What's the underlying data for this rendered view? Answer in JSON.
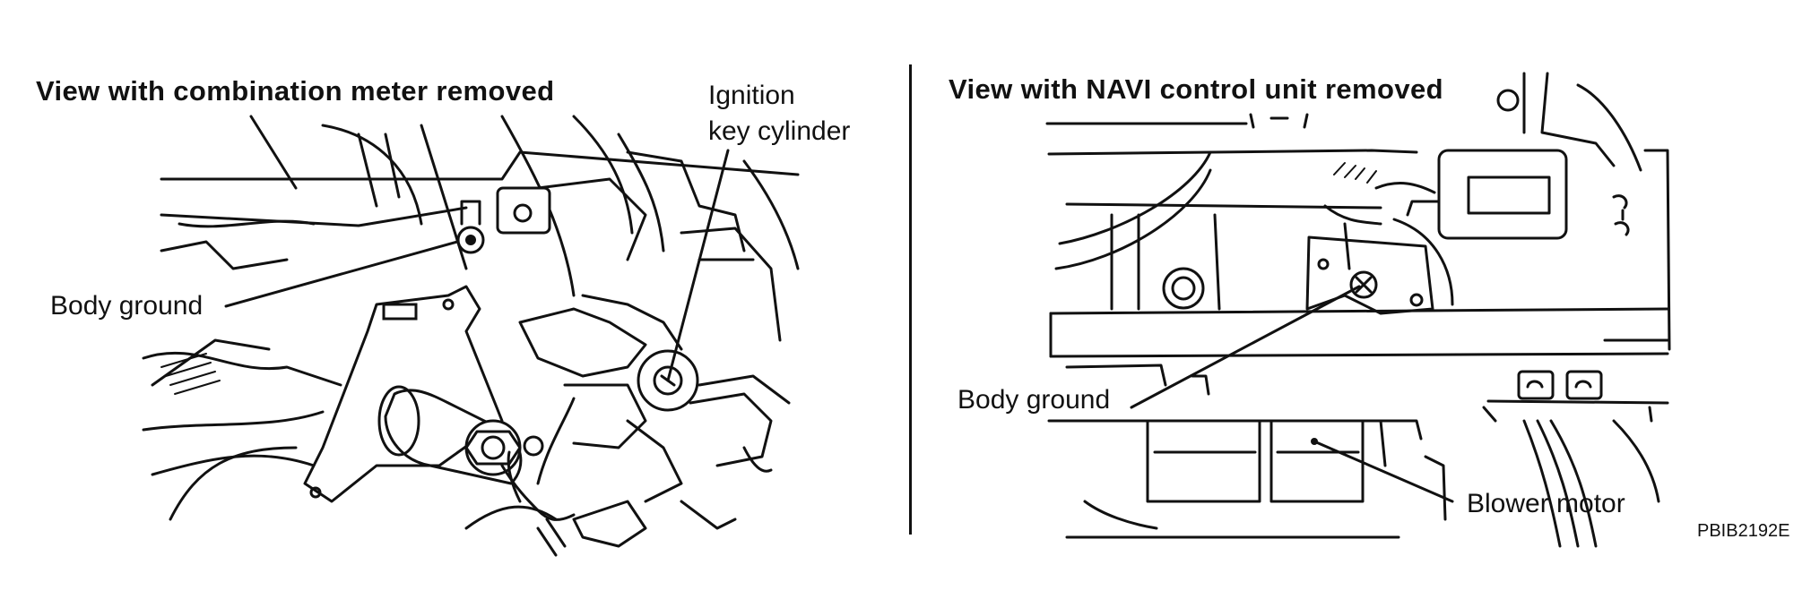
{
  "left_panel": {
    "title": "View with combination meter removed",
    "labels": {
      "body_ground": "Body ground",
      "ignition_line1": "Ignition",
      "ignition_line2": "key cylinder"
    }
  },
  "right_panel": {
    "title": "View with NAVI control unit removed",
    "labels": {
      "body_ground": "Body ground",
      "blower_motor": "Blower motor"
    }
  },
  "figure_code": "PBIB2192E"
}
